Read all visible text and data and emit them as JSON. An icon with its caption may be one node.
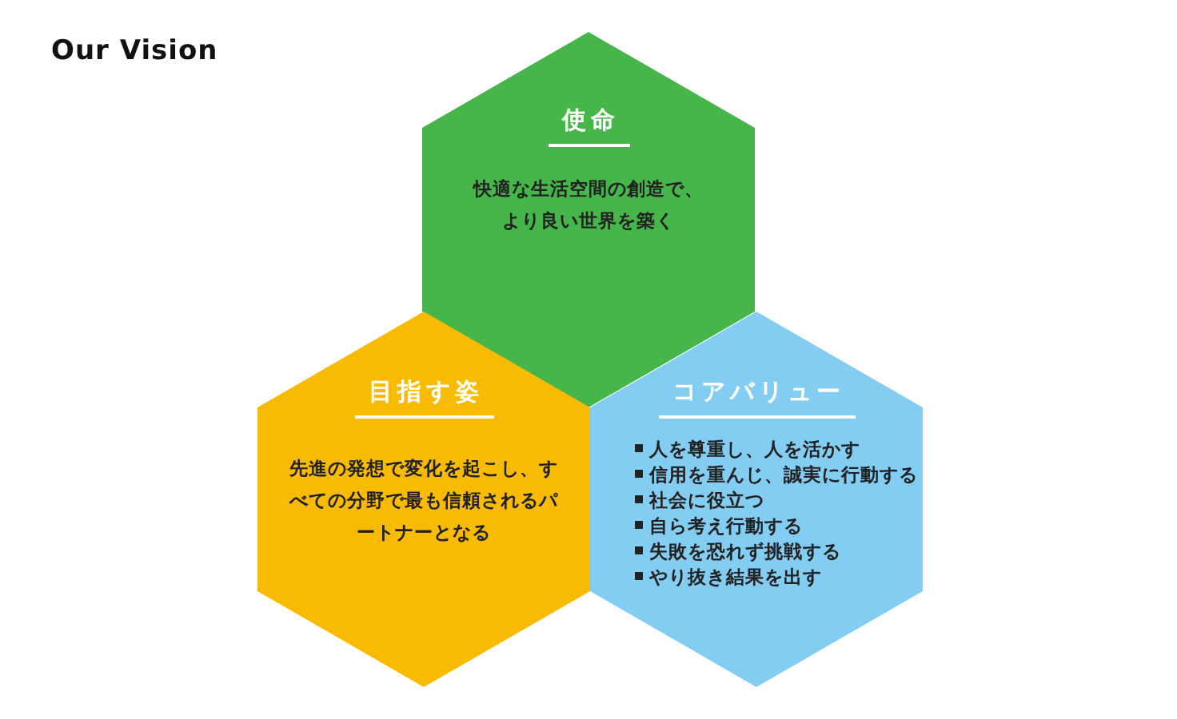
{
  "diagram": {
    "title": "Our Vision",
    "nodes": [
      {
        "text": [
          "使命",
          "快適な生活空間の創造で、より良い世界を築く"
        ]
      },
      {
        "text": [
          "目指す姿",
          "先進の発想で変化を起こし、すべての分野で最も信頼されるパートナーとなる"
        ]
      },
      {
        "text": [
          "コアバリュー",
          "人を尊重し、人を活かす",
          "信用を重んじ、誠実に行動する",
          "社会に役立つ",
          "自ら考え行動する",
          "失敗を恐れず挑戦する",
          "やり抜き結果を出す"
        ]
      }
    ],
    "edges": []
  }
}
